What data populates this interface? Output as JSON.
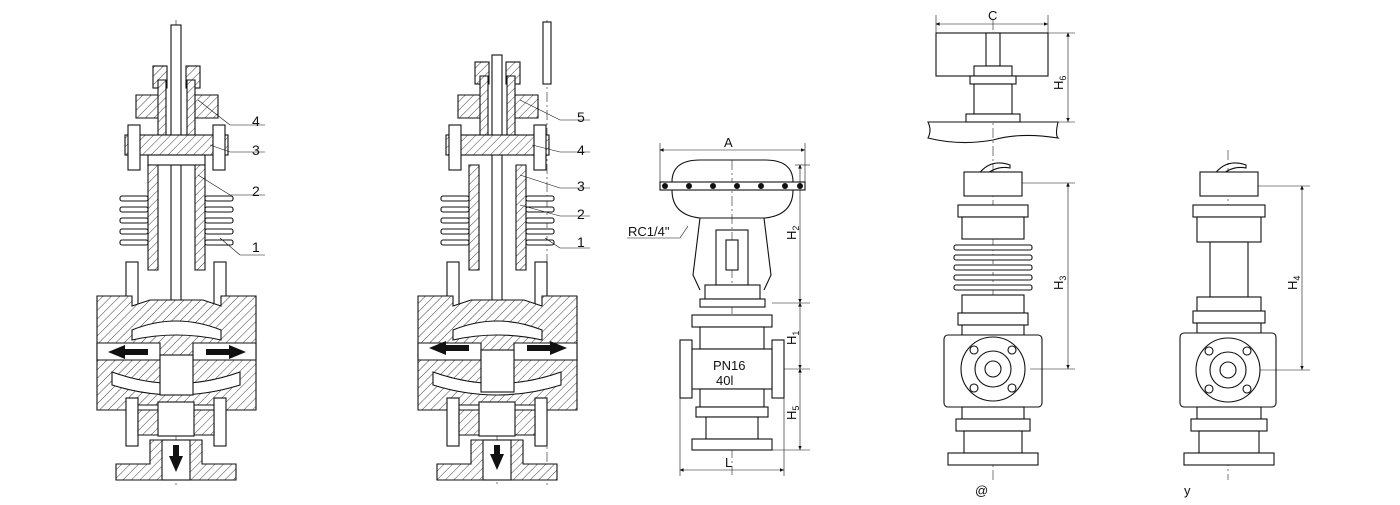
{
  "views": {
    "section_a": {
      "callouts": [
        "4",
        "3",
        "2",
        "1"
      ]
    },
    "section_b": {
      "callouts": [
        "5",
        "4",
        "3",
        "2",
        "1"
      ]
    },
    "front_view": {
      "dims": {
        "A": "A",
        "H2": "H",
        "H2_sub": "2",
        "H1": "H",
        "H1_sub": "1",
        "H5": "H",
        "H5_sub": "5",
        "L": "L"
      },
      "port_label": "RC1/4\"",
      "plate_line1": "PN16",
      "plate_line2": "40l"
    },
    "side_view_a": {
      "dims": {
        "C": "C",
        "H6": "H",
        "H6_sub": "6",
        "H3": "H",
        "H3_sub": "3"
      },
      "caption": "@"
    },
    "side_view_b": {
      "dims": {
        "H4": "H",
        "H4_sub": "4"
      },
      "caption": "y"
    }
  },
  "icons": [
    "flow-arrow-left-icon",
    "flow-arrow-right-icon",
    "flow-arrow-down-icon"
  ],
  "colors": {
    "ink": "#111111",
    "paper": "#ffffff"
  }
}
